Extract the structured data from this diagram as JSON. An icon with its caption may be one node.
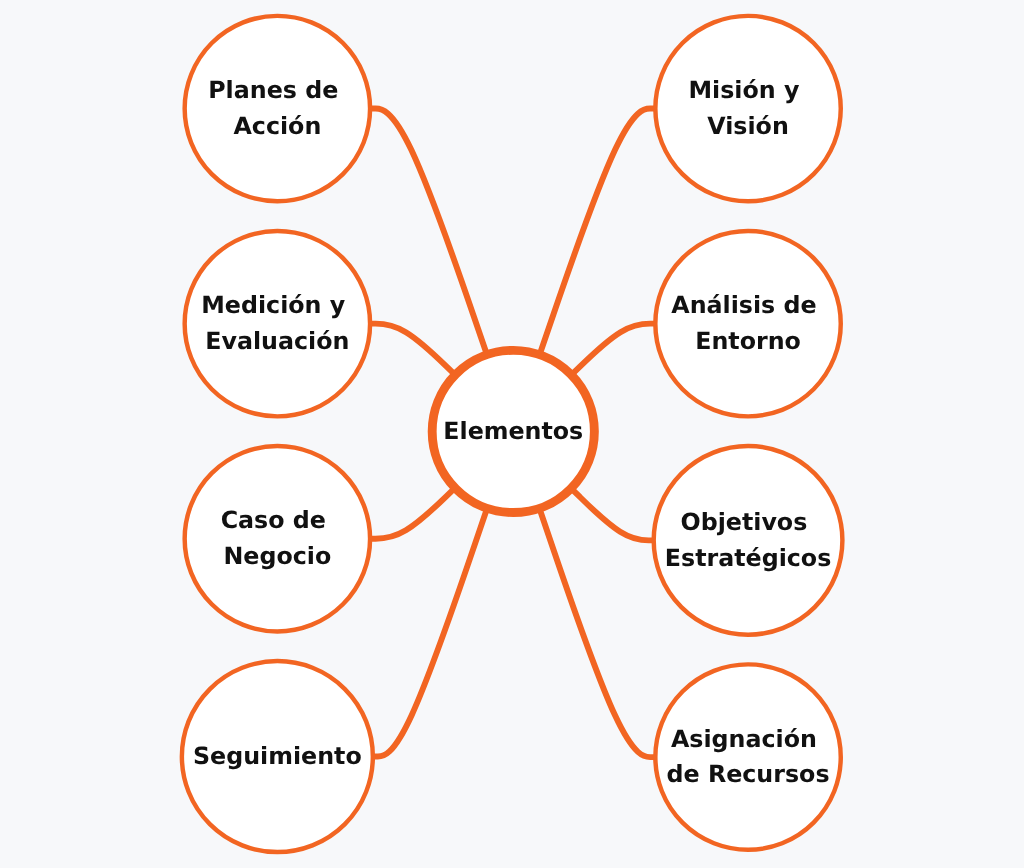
{
  "diagram": {
    "nodes": [
      {
        "text": [
          "Elementos"
        ]
      },
      {
        "text": [
          "Misión y Visión"
        ]
      },
      {
        "text": [
          "Análisis de Entorno"
        ]
      },
      {
        "text": [
          "Objetivos Estratégicos"
        ]
      },
      {
        "text": [
          "Asignación de Recursos"
        ]
      },
      {
        "text": [
          "Planes de Acción"
        ]
      },
      {
        "text": [
          "Medición y Evaluación"
        ]
      },
      {
        "text": [
          "Caso de Negocio"
        ]
      },
      {
        "text": [
          "Seguimiento"
        ]
      }
    ],
    "edges": [
      {
        "from": 0,
        "to": 1,
        "arrow": "none"
      },
      {
        "from": 0,
        "to": 2,
        "arrow": "none"
      },
      {
        "from": 0,
        "to": 3,
        "arrow": "none"
      },
      {
        "from": 0,
        "to": 4,
        "arrow": "none"
      },
      {
        "from": 5,
        "to": 0,
        "arrow": "none"
      },
      {
        "from": 6,
        "to": 0,
        "arrow": "none"
      },
      {
        "from": 7,
        "to": 0,
        "arrow": "none"
      },
      {
        "from": 8,
        "to": 0,
        "arrow": "none"
      }
    ]
  }
}
